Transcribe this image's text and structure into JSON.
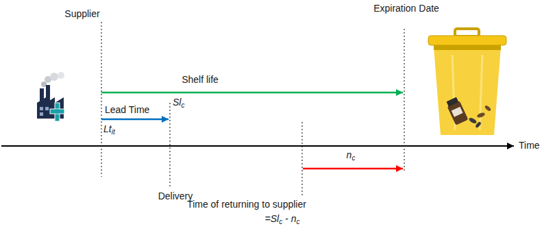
{
  "diagram": {
    "labels": [
      "Supplier",
      "Expiration Date",
      "Shelf life",
      "Slc",
      "Lead Time",
      "Ltit",
      "Time",
      "Delivery",
      "nc",
      "Time of returning to supplier",
      "=Slc - nc"
    ]
  }
}
